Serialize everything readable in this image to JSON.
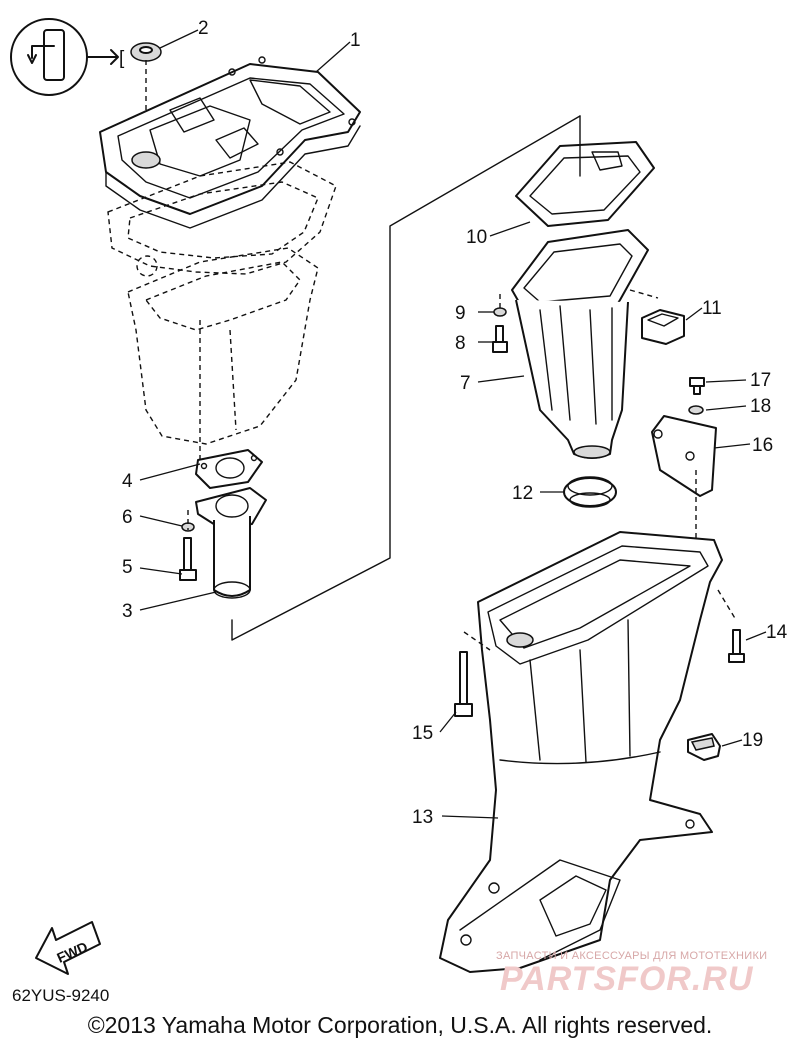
{
  "diagram": {
    "callouts": [
      {
        "id": "1",
        "label": "1"
      },
      {
        "id": "2",
        "label": "2"
      },
      {
        "id": "3",
        "label": "3"
      },
      {
        "id": "4",
        "label": "4"
      },
      {
        "id": "5",
        "label": "5"
      },
      {
        "id": "6",
        "label": "6"
      },
      {
        "id": "7",
        "label": "7"
      },
      {
        "id": "8",
        "label": "8"
      },
      {
        "id": "9",
        "label": "9"
      },
      {
        "id": "10",
        "label": "10"
      },
      {
        "id": "11",
        "label": "11"
      },
      {
        "id": "12",
        "label": "12"
      },
      {
        "id": "13",
        "label": "13"
      },
      {
        "id": "14",
        "label": "14"
      },
      {
        "id": "15",
        "label": "15"
      },
      {
        "id": "16",
        "label": "16"
      },
      {
        "id": "17",
        "label": "17"
      },
      {
        "id": "18",
        "label": "18"
      },
      {
        "id": "19",
        "label": "19"
      }
    ],
    "fwd_label": "FWD",
    "bracket_label": "["
  },
  "footer": {
    "diagram_code": "62YUS-9240",
    "copyright": "©2013 Yamaha Motor Corporation, U.S.A. All rights reserved."
  },
  "watermark": {
    "tagline": "ЗАПЧАСТИ И АКСЕССУАРЫ ДЛЯ МОТОТЕХНИКИ",
    "logo": "PARTSFOR.RU"
  }
}
